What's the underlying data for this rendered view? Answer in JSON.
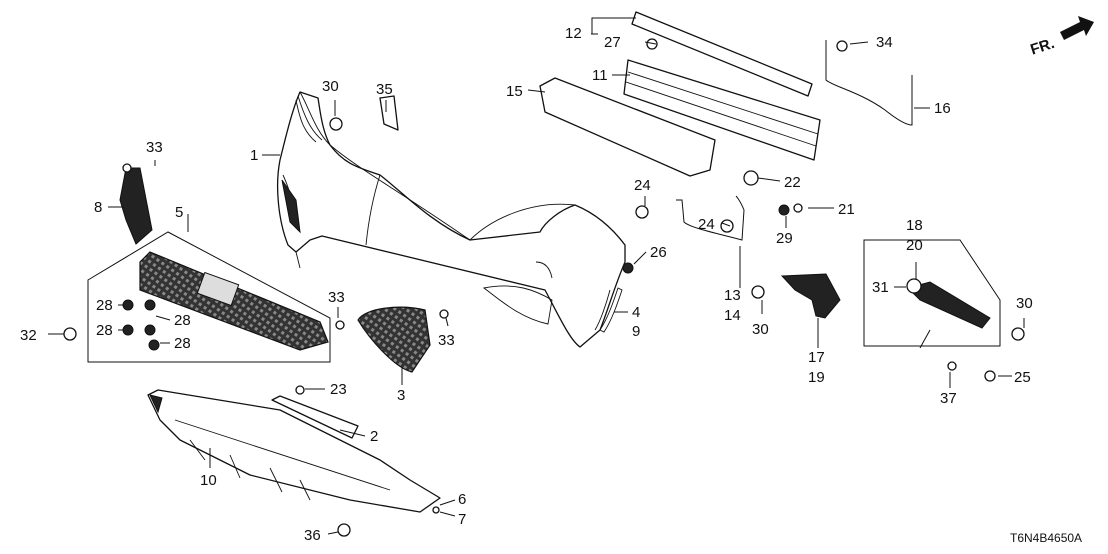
{
  "diagram": {
    "code": "T6N4B4650A",
    "orientation_label": "FR.",
    "callouts": [
      "1",
      "2",
      "3",
      "4",
      "5",
      "6",
      "7",
      "8",
      "9",
      "10",
      "11",
      "12",
      "13",
      "14",
      "15",
      "16",
      "17",
      "18",
      "19",
      "20",
      "21",
      "22",
      "23",
      "24",
      "25",
      "26",
      "27",
      "28",
      "29",
      "30",
      "31",
      "32",
      "33",
      "34",
      "35",
      "36",
      "37"
    ]
  }
}
